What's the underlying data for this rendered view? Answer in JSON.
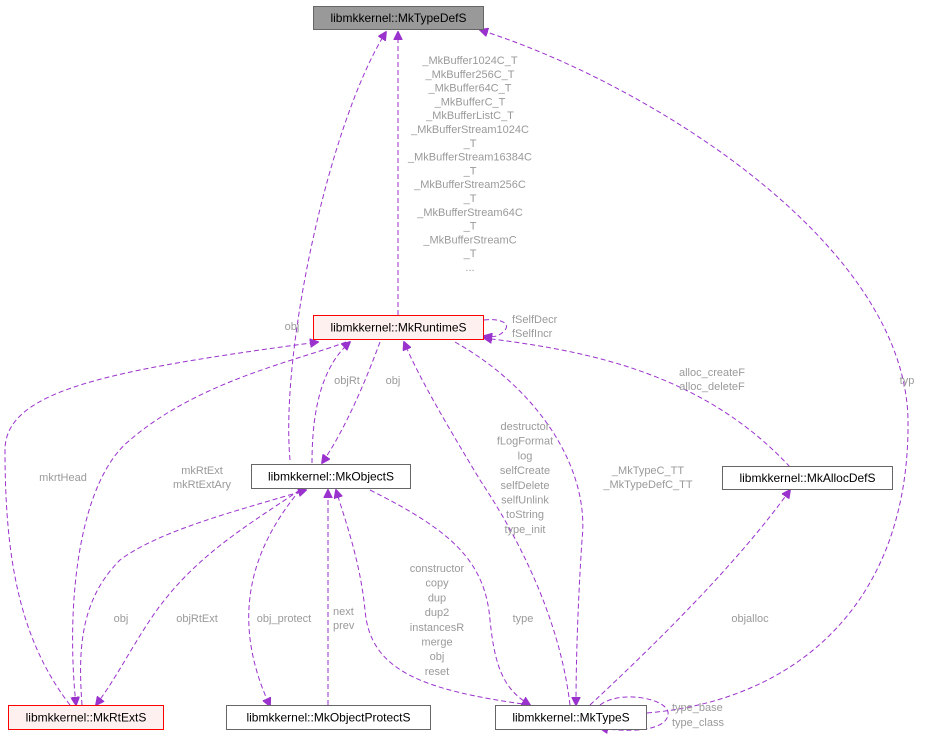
{
  "colors": {
    "edge": "#9a32cd",
    "label": "#9a9a9a",
    "focus_fill": "#999999",
    "highlight_border": "#ff0000",
    "highlight_fill": "#fff0f0",
    "default_border": "#666666"
  },
  "nodes": {
    "typedef": "libmkkernel::MkTypeDefS",
    "runtime": "libmkkernel::MkRuntimeS",
    "object": "libmkkernel::MkObjectS",
    "allocdef": "libmkkernel::MkAllocDefS",
    "rtext": "libmkkernel::MkRtExtS",
    "protect": "libmkkernel::MkObjectProtectS",
    "types": "libmkkernel::MkTypeS"
  },
  "edge_labels": {
    "runtime_typedef": [
      "_MkBuffer1024C_T",
      "_MkBuffer256C_T",
      "_MkBuffer64C_T",
      "_MkBufferC_T",
      "_MkBufferListC_T",
      "_MkBufferStream1024C",
      "_T",
      "_MkBufferStream16384C",
      "_T",
      "_MkBufferStream256C",
      "_T",
      "_MkBufferStream64C",
      "_T",
      "_MkBufferStreamC",
      "_T",
      "..."
    ],
    "runtime_self": [
      "fSelfDecr",
      "fSelfIncr"
    ],
    "object_typedef": [
      "obj"
    ],
    "types_typedef": [
      "typ"
    ],
    "allocdef_runtime": [
      "alloc_createF",
      "alloc_deleteF"
    ],
    "object_runtime": [
      "objRt"
    ],
    "runtime_object": [
      "obj"
    ],
    "rtext_runtime": [
      "mkrtHead"
    ],
    "runtime_rtext": [
      "mkRtExt",
      "mkRtExtAry"
    ],
    "types_runtime": [
      "destructor",
      "fLogFormat",
      "log",
      "selfCreate",
      "selfDelete",
      "selfUnlink",
      "toString",
      "type_init"
    ],
    "runtime_types": [
      "_MkTypeC_TT",
      "_MkTypeDefC_TT"
    ],
    "rtext_object": [
      "obj"
    ],
    "object_rtext": [
      "objRtExt"
    ],
    "object_protect": [
      "obj_protect"
    ],
    "protect_object": [
      "next",
      "prev"
    ],
    "types_object": [
      "constructor",
      "copy",
      "dup",
      "dup2",
      "instancesR",
      "merge",
      "obj",
      "reset"
    ],
    "object_types": [
      "type"
    ],
    "types_allocdef": [
      "objalloc"
    ],
    "types_self": [
      "type_base",
      "type_class"
    ]
  }
}
